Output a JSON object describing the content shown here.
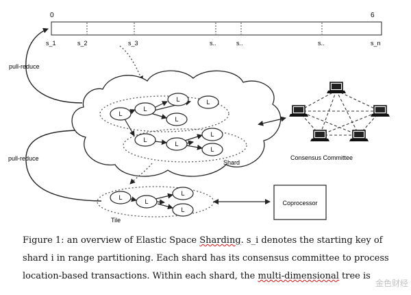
{
  "keyspace": {
    "start_label": "0",
    "end_label": "6",
    "split_labels": [
      "s_1",
      "s_2",
      "s_3",
      "s..",
      "s..",
      "s..",
      "s_n"
    ]
  },
  "pull_reduce_top": "pull-reduce",
  "pull_reduce_bottom": "pull-reduce",
  "node_label": "L",
  "shard_label": "Shard",
  "tile_label": "Tile",
  "committee_label": "Consensus Committee",
  "coprocessor_label": "Coprocessor",
  "caption": {
    "line1_a": "Figure 1: an overview of Elastic Space ",
    "line1_wavy": "Sharding",
    "line1_b": ". s_i denotes the starting key of",
    "line2": "shard i in range partitioning. Each shard has its consensus committee to process",
    "line3_a": "location-based transactions. Within each shard, the ",
    "line3_wavy": "multi-dimensional",
    "line3_b": " tree is"
  },
  "watermark": "金色财经"
}
